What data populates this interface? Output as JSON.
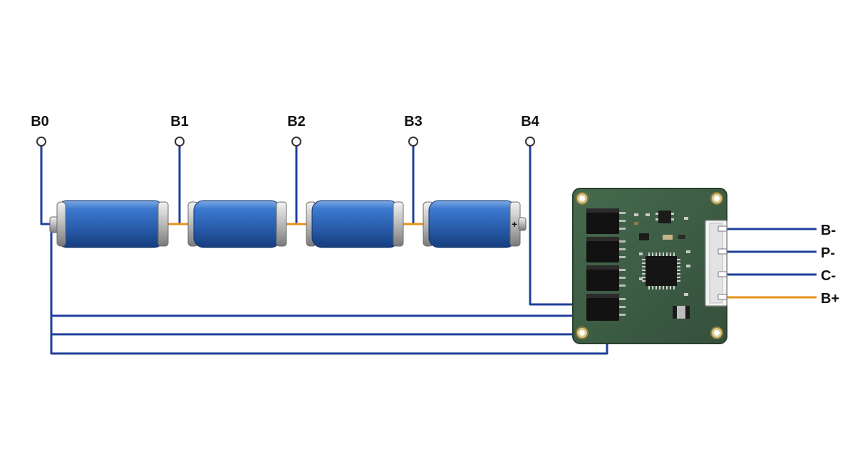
{
  "tap_labels": [
    "B0",
    "B1",
    "B2",
    "B3",
    "B4"
  ],
  "output_labels": [
    "B-",
    "P-",
    "C-",
    "B+"
  ],
  "cells": [
    {
      "positive_mark": ""
    },
    {
      "positive_mark": ""
    },
    {
      "positive_mark": ""
    },
    {
      "positive_mark": "+"
    }
  ],
  "colors": {
    "wire_blue": "#1f3f9a",
    "wire_orange": "#e8901c",
    "cell_blue": "#2f6fc4",
    "pcb_green": "#3e5e46"
  },
  "icons": {
    "terminal": "terminal-ring-icon",
    "mosfet": "mosfet-chip-icon",
    "ic": "bms-controller-ic-icon",
    "connector": "output-connector-icon"
  }
}
